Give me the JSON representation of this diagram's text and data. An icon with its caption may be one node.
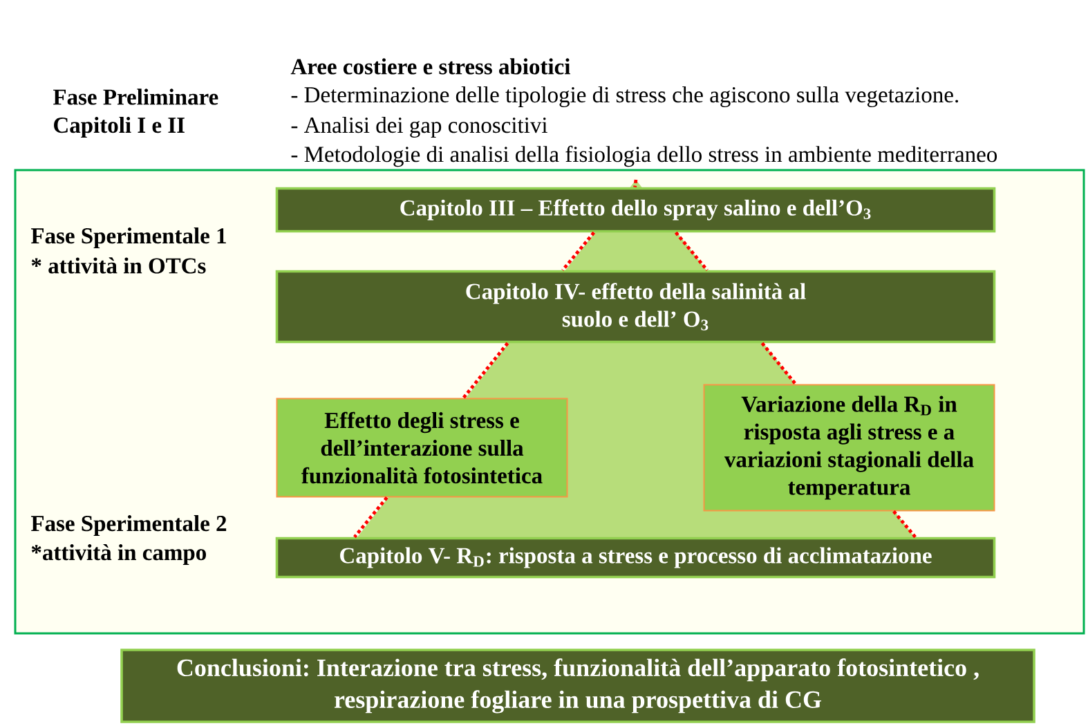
{
  "diagram": {
    "nodes": [
      {
        "text": [],
        "shape": "box"
      },
      {
        "text": [
          "Capitolo III – Effetto dello spray salino e dell’O$_{3}$"
        ],
        "in": 0
      },
      {
        "text": [
          "Capitolo IV- effetto della salinità al suolo e dell’ O$_{3}$"
        ],
        "in": 0
      },
      {
        "text": [
          "Effetto degli stress e dell’interazione sulla funzionalità fotosintetica"
        ],
        "in": 0
      },
      {
        "text": [
          "Variazione della R$_{D}$ in risposta agli stress e a variazioni stagionali della temperatura"
        ],
        "in": 0
      },
      {
        "text": [
          "Capitolo V- R$_{D}$: risposta a stress e processo di acclimatazione"
        ],
        "in": 0
      },
      {
        "text": [
          "Conclusioni: Interazione tra stress, funzionalità dell’apparato fotosintetico , respirazione fogliare in una prospettiva di CG"
        ]
      }
    ],
    "edges": [
      {
        "from": null,
        "to": 1,
        "arrow": "none",
        "style": "dashed"
      },
      {
        "from": 1,
        "to": 2,
        "arrow": "none",
        "style": "dashed"
      },
      {
        "from": 1,
        "to": 2,
        "arrow": "none",
        "style": "dashed"
      },
      {
        "from": 2,
        "to": 3,
        "arrow": "none",
        "style": "dashed"
      },
      {
        "from": 2,
        "to": 4,
        "arrow": "none",
        "style": "dashed"
      },
      {
        "from": 3,
        "to": 5,
        "arrow": "none",
        "style": "dashed"
      },
      {
        "from": 4,
        "to": 5,
        "arrow": "none",
        "style": "dashed"
      }
    ],
    "labels": [
      "Aree costiere e stress abiotici",
      "Fase Preliminare",
      "Capitoli I e II",
      "- Determinazione delle tipologie di stress che agiscono sulla vegetazione.",
      "- Analisi dei gap conoscitivi",
      "- Metodologie di analisi della fisiologia dello stress in ambiente mediterraneo",
      "Fase Sperimentale 1",
      "* attività in OTCs",
      "Fase Sperimentale 2",
      "*attività in campo"
    ]
  }
}
